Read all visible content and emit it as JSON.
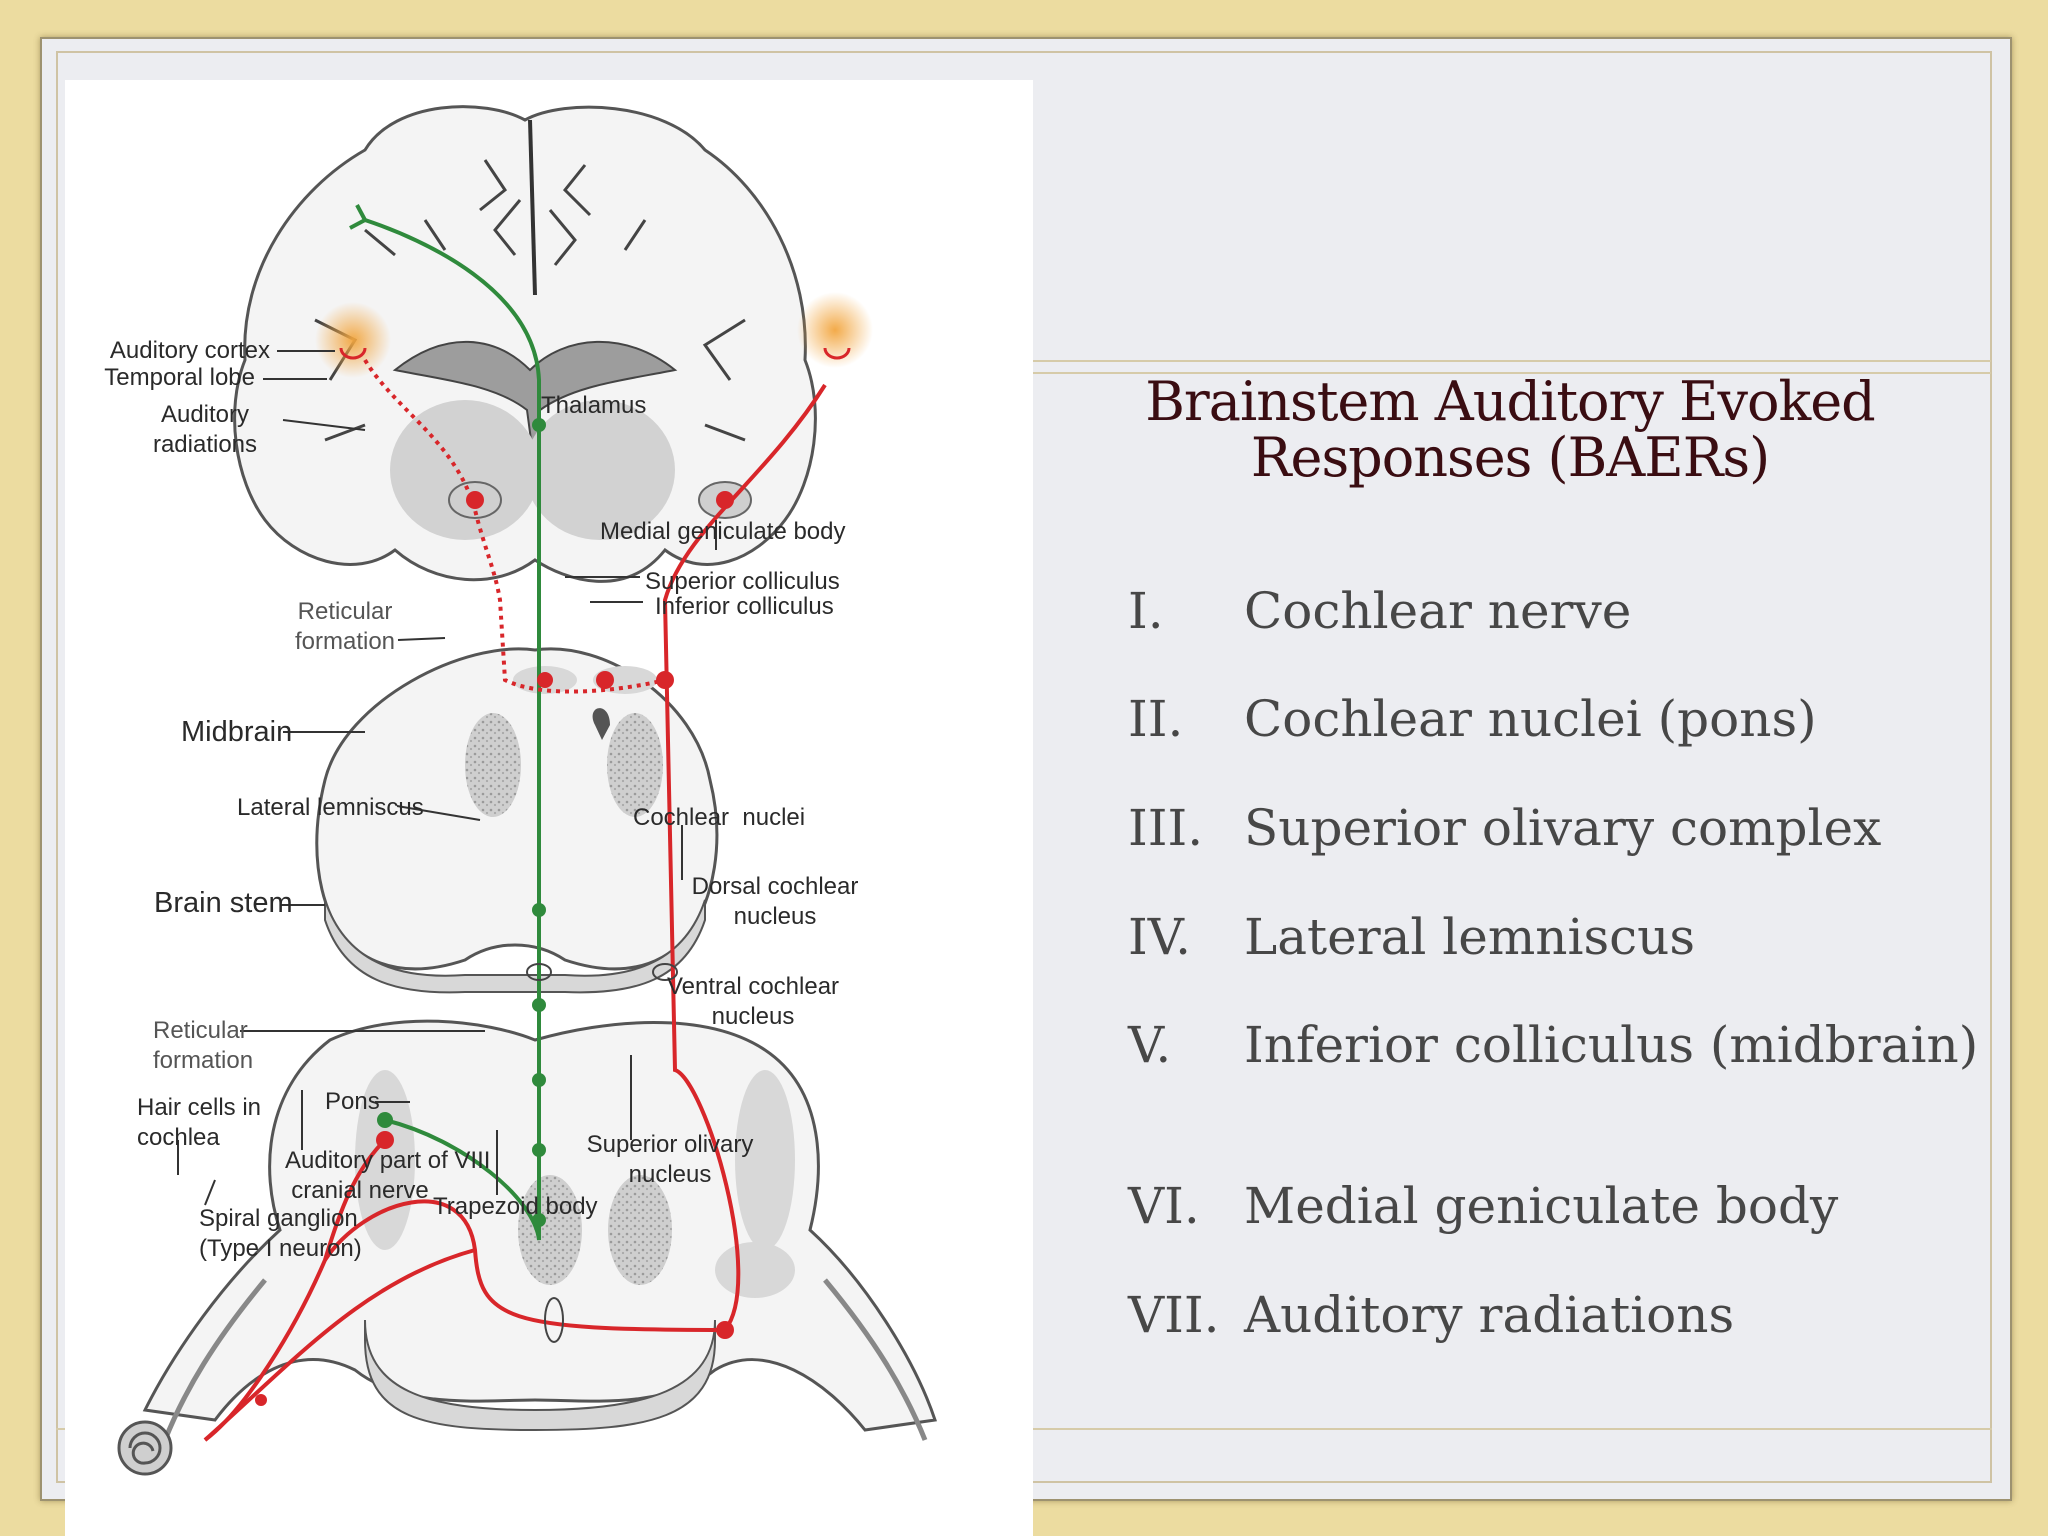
{
  "slide": {
    "title": "Brainstem Auditory Evoked Responses (BAERs)",
    "items": [
      {
        "num": "I.",
        "text": "Cochlear nerve"
      },
      {
        "num": "II.",
        "text": "Cochlear nuclei (pons)"
      },
      {
        "num": "III.",
        "text": "Superior olivary complex"
      },
      {
        "num": "IV.",
        "text": "Lateral lemniscus"
      },
      {
        "num": "V.",
        "text": "Inferior colliculus (midbrain)"
      },
      {
        "num": "VI.",
        "text": "Medial geniculate body"
      },
      {
        "num": "VII.",
        "text": "Auditory radiations"
      }
    ]
  },
  "figure": {
    "labels": {
      "auditory_cortex": "Auditory cortex",
      "temporal_lobe": "Temporal lobe",
      "auditory_radiations": "Auditory\nradiations",
      "thalamus": "Thalamus",
      "medial_geniculate": "Medial geniculate body",
      "superior_colliculus": "Superior colliculus",
      "inferior_colliculus": "Inferior colliculus",
      "reticular_formation_upper": "Reticular\nformation",
      "midbrain": "Midbrain",
      "lateral_lemniscus": "Lateral lemniscus",
      "cochlear_nuclei": "Cochlear  nuclei",
      "brain_stem": "Brain stem",
      "dorsal_cochlear": "Dorsal cochlear\nnucleus",
      "ventral_cochlear": "Ventral cochlear\nnucleus",
      "reticular_formation_lower": "Reticular\nformation",
      "hair_cells": "Hair cells in\ncochlea",
      "pons": "Pons",
      "auditory_nerve": "Auditory part of VIII\ncranial nerve",
      "superior_olivary": "Superior olivary\nnucleus",
      "trapezoid_body": "Trapezoid body",
      "spiral_ganglion": "Spiral ganglion\n(Type I neuron)"
    },
    "colors": {
      "green_pathway": "#2f8a3c",
      "red_pathway": "#d8262a",
      "cortex_glow": "#f2a640"
    }
  }
}
